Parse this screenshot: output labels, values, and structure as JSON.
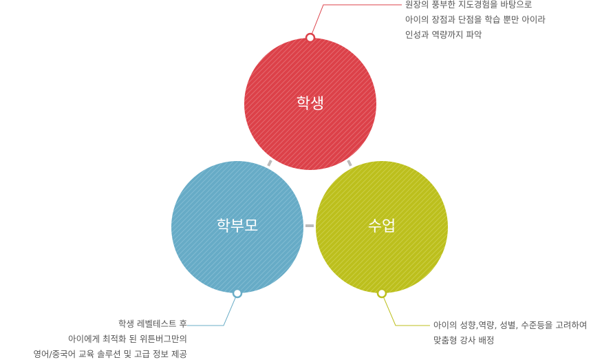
{
  "colors": {
    "student": "#dc4149",
    "parent": "#6aadc7",
    "class": "#bcbf1d",
    "connector": "#bbbbbb"
  },
  "nodes": {
    "student": {
      "label": "학생",
      "description": [
        "원장의 풍부한 지도경험을 바탕으로",
        "아이의 장점과 단점을 학습 뿐만 아이라",
        "인성과 역량까지 파악"
      ]
    },
    "parent": {
      "label": "학부모",
      "description": [
        "학생 레벨테스트 후",
        "아이에게 최적화 된 위튼버그만의",
        "영어/중국어 교육 솔루션 및 고급 정보 제공"
      ]
    },
    "class": {
      "label": "수업",
      "description": [
        "아이의 성향,역량, 성별, 수준등을 고려하여",
        "맞춤형 강사 배정"
      ]
    }
  }
}
